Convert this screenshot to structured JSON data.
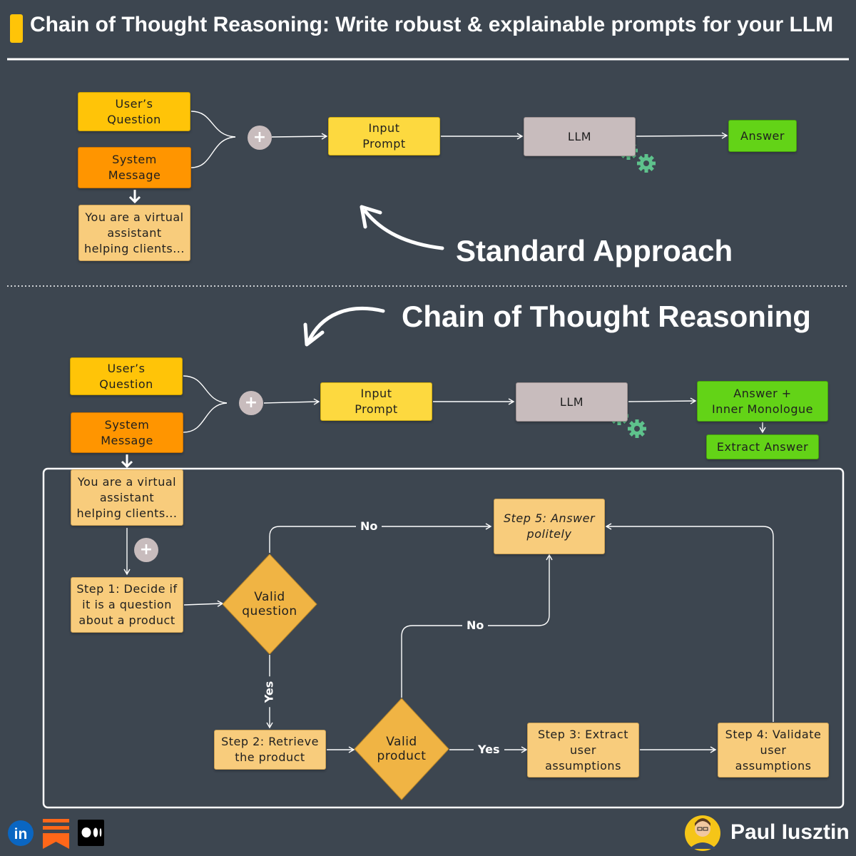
{
  "title": "Chain of Thought Reasoning: Write robust & explainable prompts for your LLM",
  "standard": {
    "heading": "Standard Approach",
    "users_question": "User’s\nQuestion",
    "system_message": "System\nMessage",
    "system_text": "You are a virtual\nassistant\nhelping clients...",
    "input_prompt": "Input\nPrompt",
    "llm": "LLM",
    "answer": "Answer"
  },
  "cot": {
    "heading": "Chain of Thought Reasoning",
    "users_question": "User’s\nQuestion",
    "system_message": "System\nMessage",
    "system_text": "You are a virtual\nassistant\nhelping clients...",
    "input_prompt": "Input\nPrompt",
    "llm": "LLM",
    "answer_inner": "Answer +\nInner Monologue",
    "extract_answer": "Extract Answer",
    "step1": "Step 1: Decide if\nit is a question\nabout a product",
    "valid_question": "Valid\nquestion",
    "step2": "Step 2: Retrieve\nthe product",
    "valid_product": "Valid\nproduct",
    "step3": "Step 3: Extract\nuser\nassumptions",
    "step4": "Step 4: Validate\nuser\nassumptions",
    "step5": "Step 5: Answer\npolitely",
    "no_label_1": "No",
    "no_label_2": "No",
    "yes_label_1": "Yes",
    "yes_label_2": "Yes"
  },
  "footer": {
    "author": "Paul Iusztin",
    "icons": [
      "linkedin-icon",
      "substack-icon",
      "medium-icon",
      "avatar"
    ],
    "linkedin_text": "in"
  },
  "colors": {
    "background": "#3d4650",
    "yellow": "#ffc408",
    "orange": "#ff9500",
    "peach": "#f8cc7c",
    "llm": "#c8bcbd",
    "green": "#63d317",
    "diamond": "#f0b444",
    "gear": "#5ec28c"
  }
}
